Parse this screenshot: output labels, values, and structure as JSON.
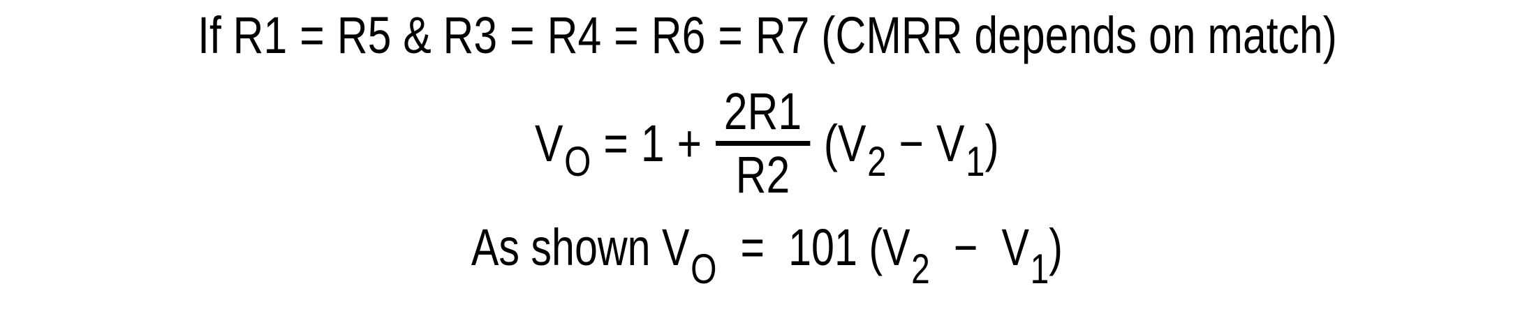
{
  "line1": {
    "prefix": "If",
    "r1": "R1",
    "eq": "=",
    "r5": "R5",
    "amp": "&",
    "r3": "R3",
    "r4": "R4",
    "r6": "R6",
    "r7": "R7",
    "note": "(CMRR depends on match)"
  },
  "line2": {
    "lhs": "V",
    "lhs_sub": "O",
    "eq": "=",
    "one": "1",
    "plus": "+",
    "numerator": "2R1",
    "denominator": "R2",
    "open_paren": "(",
    "v2": "V",
    "v2_sub": "2",
    "minus": "−",
    "v1": "V",
    "v1_sub": "1",
    "close_paren": ")"
  },
  "line3": {
    "prefix": "As shown",
    "lhs": "V",
    "lhs_sub": "O",
    "eq": "=",
    "gain": "101",
    "open_paren": "(",
    "v2": "V",
    "v2_sub": "2",
    "minus": "−",
    "v1": "V",
    "v1_sub": "1",
    "close_paren": ")"
  }
}
